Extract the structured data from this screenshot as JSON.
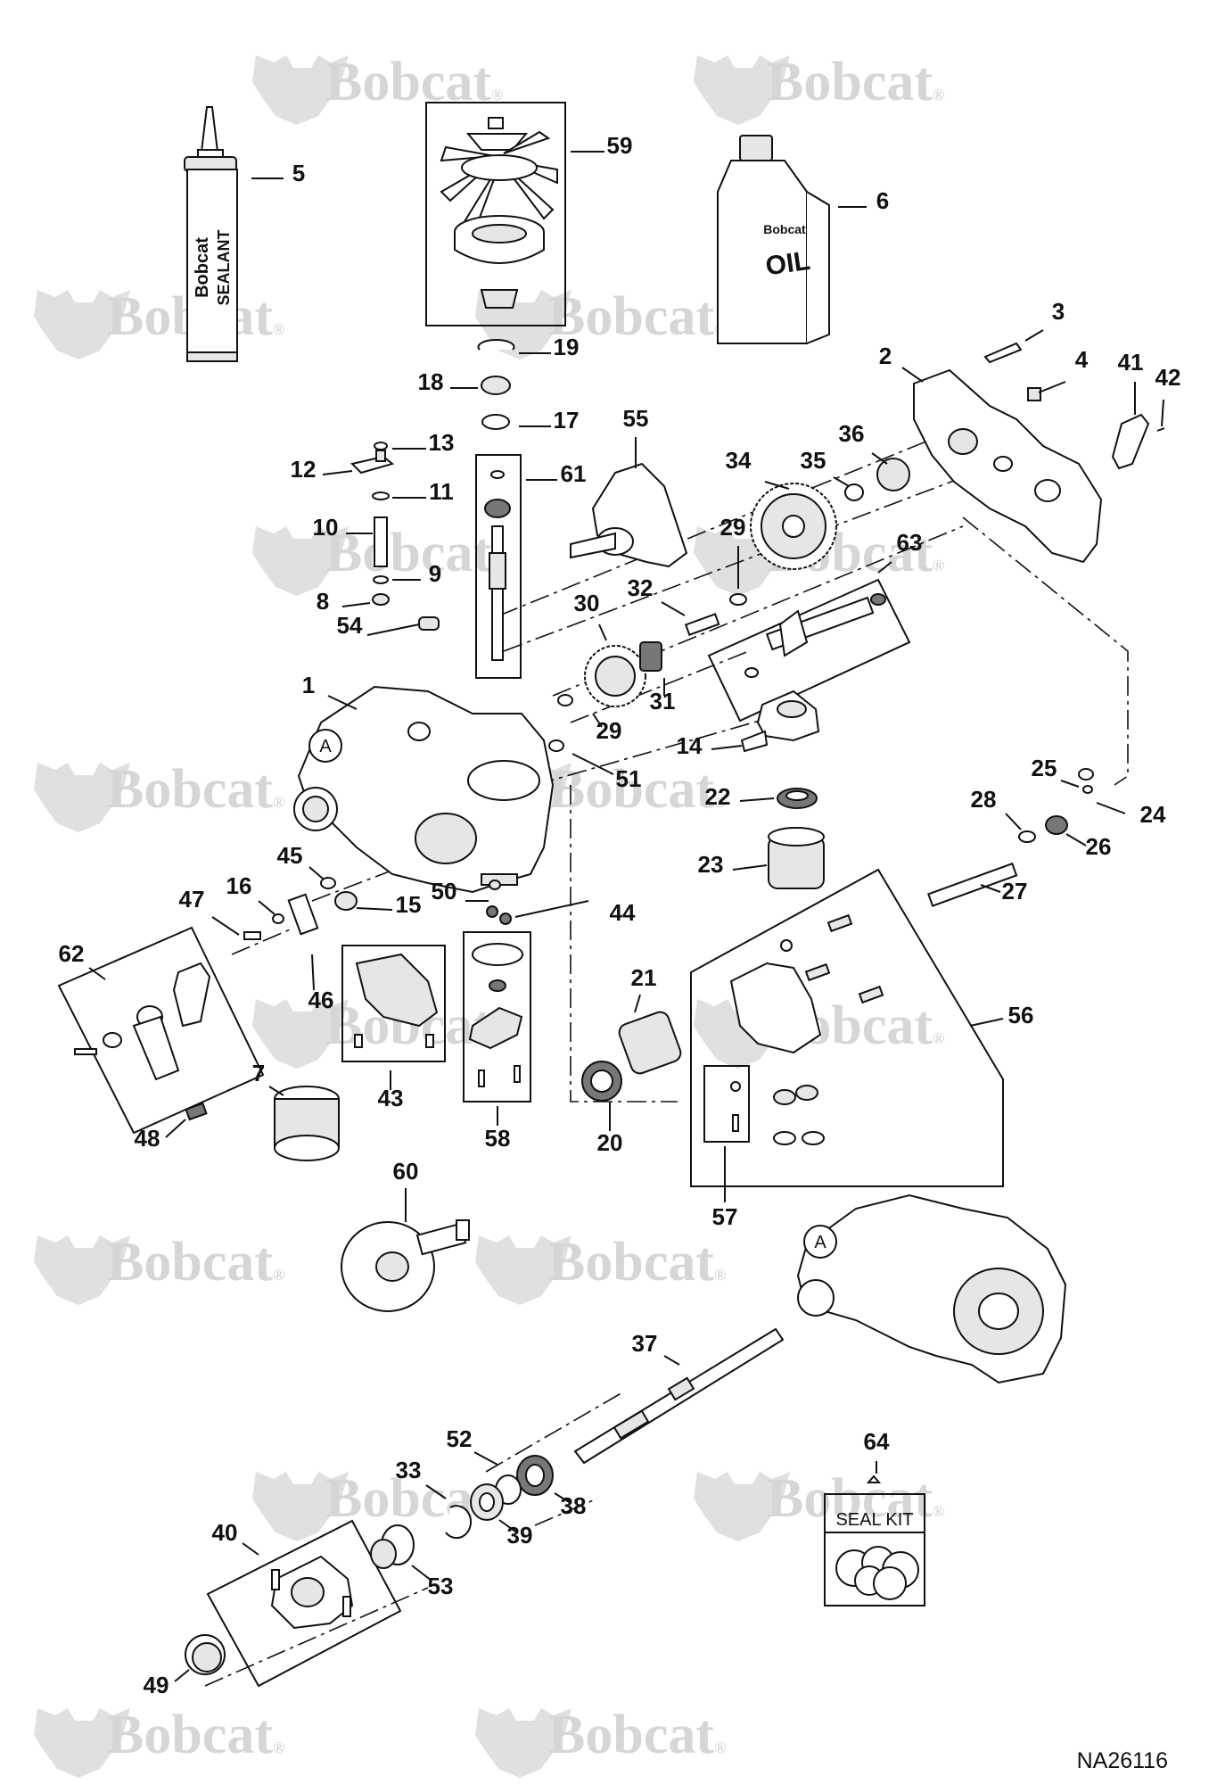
{
  "drawing": {
    "id": "NA26116",
    "watermark_text": "Bobcat",
    "watermark_mark": "®"
  },
  "products": {
    "sealant_brand": "Bobcat",
    "sealant_label": "SEALANT",
    "oil_brand": "Bobcat",
    "oil_label": "OIL"
  },
  "seal_kit_label": "SEAL KIT",
  "view_marker": "A",
  "callouts": [
    {
      "id": "c5",
      "label": "5"
    },
    {
      "id": "c59",
      "label": "59"
    },
    {
      "id": "c6",
      "label": "6"
    },
    {
      "id": "c19",
      "label": "19"
    },
    {
      "id": "c18",
      "label": "18"
    },
    {
      "id": "c17",
      "label": "17"
    },
    {
      "id": "c13",
      "label": "13"
    },
    {
      "id": "c12",
      "label": "12"
    },
    {
      "id": "c11",
      "label": "11"
    },
    {
      "id": "c10",
      "label": "10"
    },
    {
      "id": "c9",
      "label": "9"
    },
    {
      "id": "c8",
      "label": "8"
    },
    {
      "id": "c54",
      "label": "54"
    },
    {
      "id": "c61",
      "label": "61"
    },
    {
      "id": "c55",
      "label": "55"
    },
    {
      "id": "c3",
      "label": "3"
    },
    {
      "id": "c2",
      "label": "2"
    },
    {
      "id": "c4",
      "label": "4"
    },
    {
      "id": "c41",
      "label": "41"
    },
    {
      "id": "c42",
      "label": "42"
    },
    {
      "id": "c36",
      "label": "36"
    },
    {
      "id": "c34",
      "label": "34"
    },
    {
      "id": "c35",
      "label": "35"
    },
    {
      "id": "c29a",
      "label": "29"
    },
    {
      "id": "c63",
      "label": "63"
    },
    {
      "id": "c32",
      "label": "32"
    },
    {
      "id": "c30",
      "label": "30"
    },
    {
      "id": "c31",
      "label": "31"
    },
    {
      "id": "c29b",
      "label": "29"
    },
    {
      "id": "c1",
      "label": "1"
    },
    {
      "id": "c51",
      "label": "51"
    },
    {
      "id": "c14",
      "label": "14"
    },
    {
      "id": "c22",
      "label": "22"
    },
    {
      "id": "c25",
      "label": "25"
    },
    {
      "id": "c28",
      "label": "28"
    },
    {
      "id": "c24",
      "label": "24"
    },
    {
      "id": "c26",
      "label": "26"
    },
    {
      "id": "c23",
      "label": "23"
    },
    {
      "id": "c27",
      "label": "27"
    },
    {
      "id": "c45",
      "label": "45"
    },
    {
      "id": "c16",
      "label": "16"
    },
    {
      "id": "c47",
      "label": "47"
    },
    {
      "id": "c15",
      "label": "15"
    },
    {
      "id": "c50",
      "label": "50"
    },
    {
      "id": "c44",
      "label": "44"
    },
    {
      "id": "c62",
      "label": "62"
    },
    {
      "id": "c46",
      "label": "46"
    },
    {
      "id": "c21",
      "label": "21"
    },
    {
      "id": "c56",
      "label": "56"
    },
    {
      "id": "c43",
      "label": "43"
    },
    {
      "id": "c7",
      "label": "7"
    },
    {
      "id": "c58",
      "label": "58"
    },
    {
      "id": "c48",
      "label": "48"
    },
    {
      "id": "c20",
      "label": "20"
    },
    {
      "id": "c57",
      "label": "57"
    },
    {
      "id": "c60",
      "label": "60"
    },
    {
      "id": "c37",
      "label": "37"
    },
    {
      "id": "c52",
      "label": "52"
    },
    {
      "id": "c64",
      "label": "64"
    },
    {
      "id": "c33",
      "label": "33"
    },
    {
      "id": "c38",
      "label": "38"
    },
    {
      "id": "c39",
      "label": "39"
    },
    {
      "id": "c40",
      "label": "40"
    },
    {
      "id": "c53",
      "label": "53"
    },
    {
      "id": "c49",
      "label": "49"
    }
  ]
}
